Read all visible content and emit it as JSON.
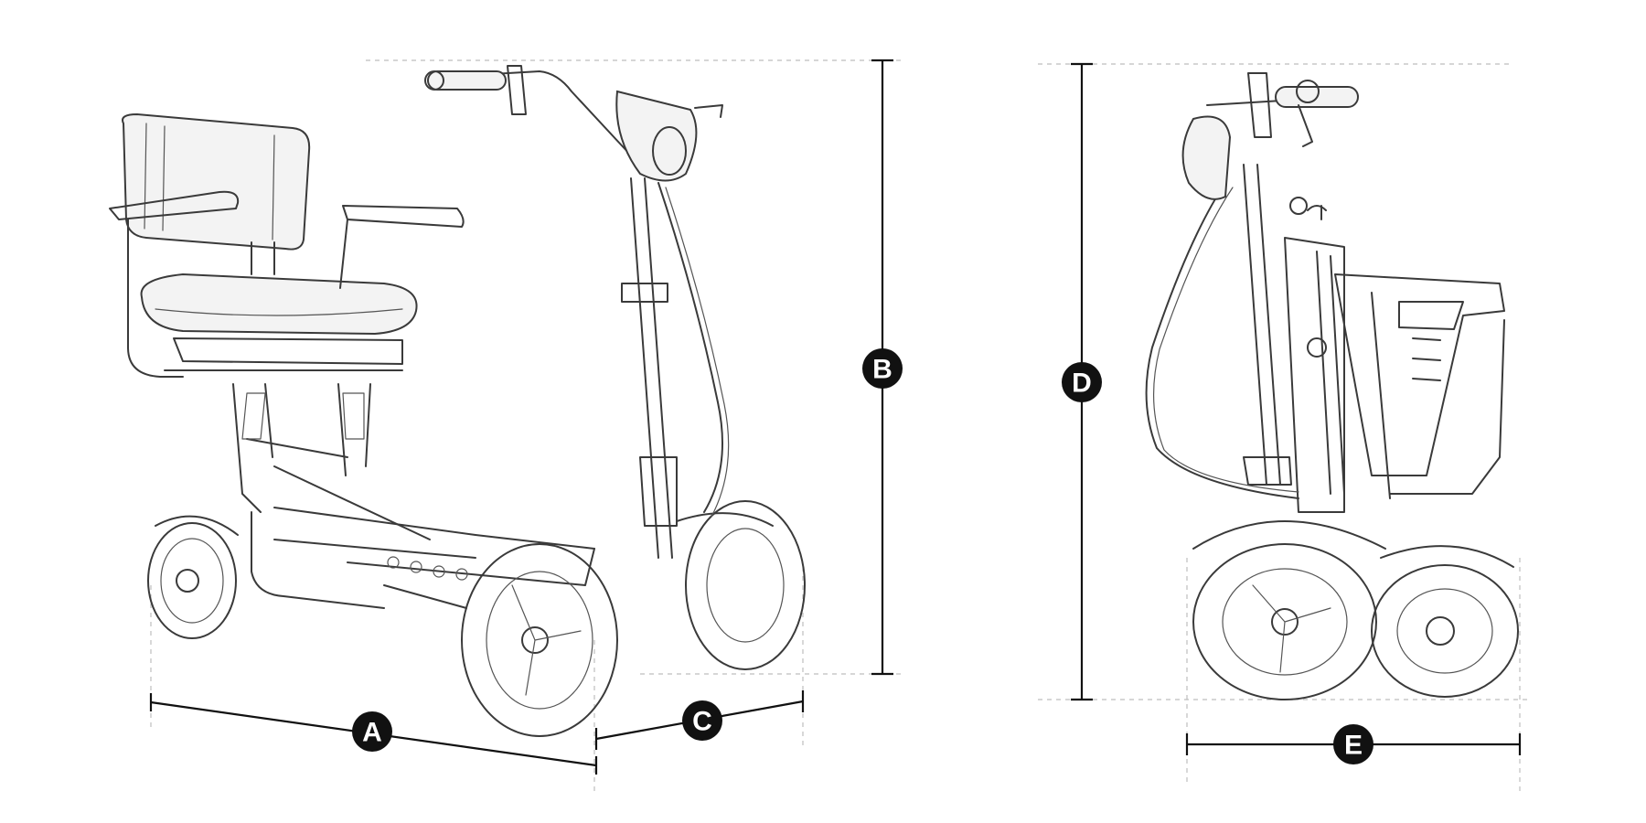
{
  "dimension_labels": {
    "a": "A",
    "b": "B",
    "c": "C",
    "d": "D",
    "e": "E"
  },
  "colors": {
    "badge": "#111111",
    "badge_text": "#ffffff",
    "dimension_line": "#111111",
    "guide_line": "#bdbdbd",
    "sketch": "#3a3a3a"
  },
  "views": [
    "unfolded-scooter-view",
    "folded-scooter-view"
  ]
}
